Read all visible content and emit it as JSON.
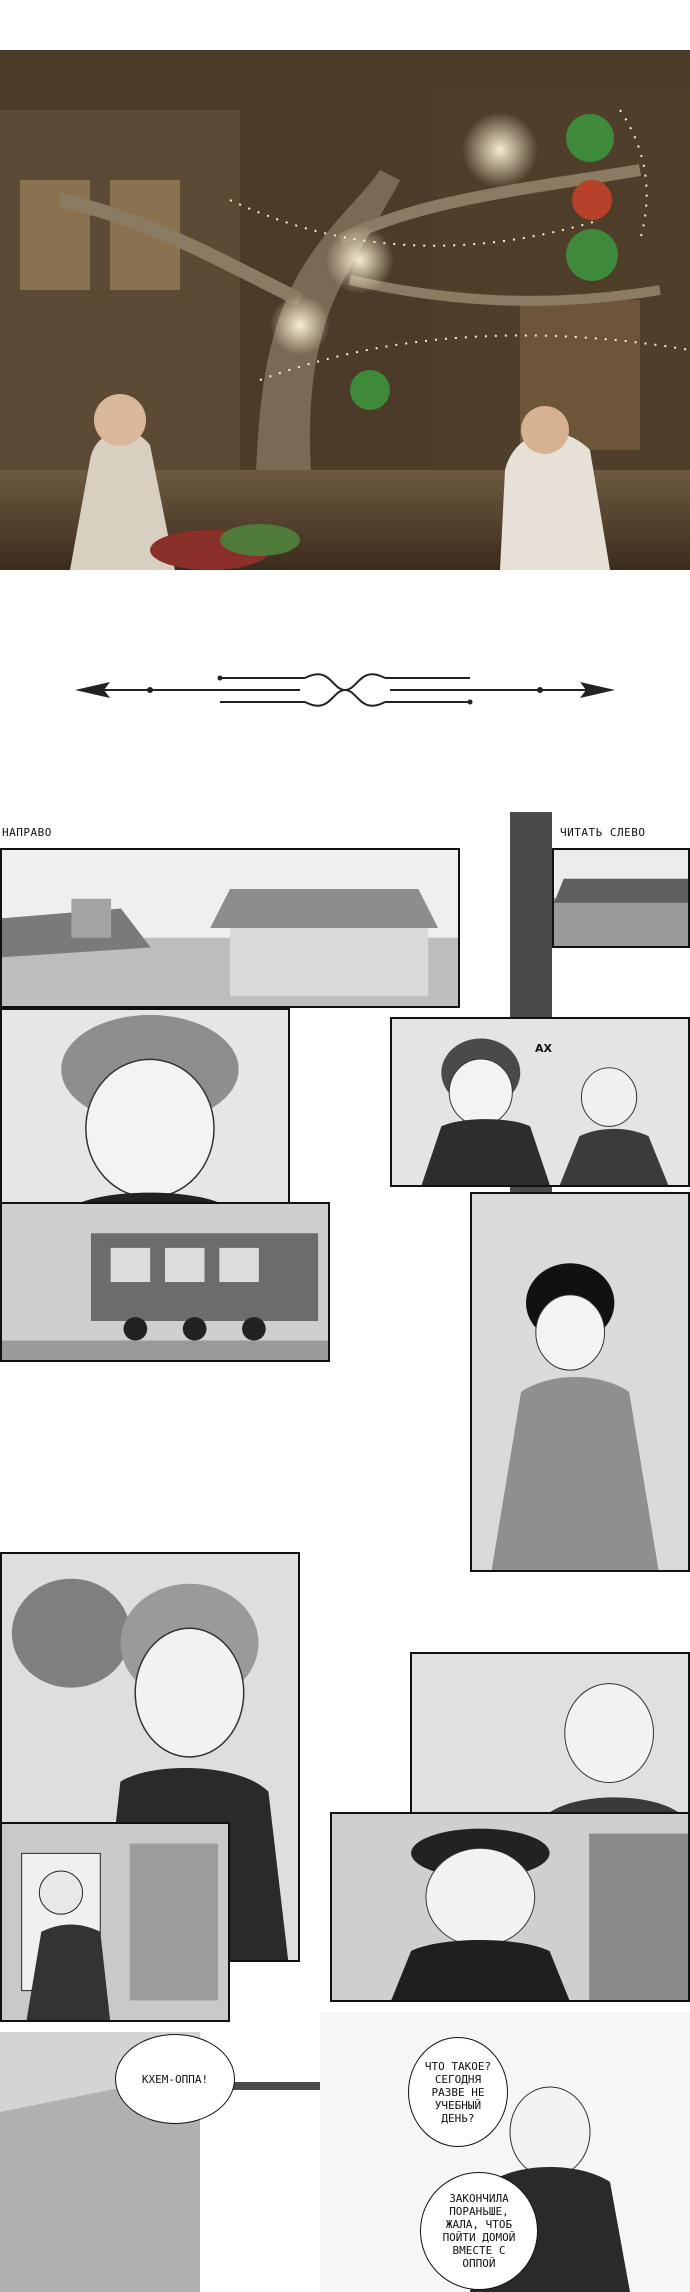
{
  "captions": {
    "left": "НАПРАВО",
    "right": "ЧИТАТЬ СЛЕВО"
  },
  "sfx": {
    "panel_top_right": "АХ",
    "panel_small": "!!"
  },
  "bubbles": {
    "shout": [
      "КХЕМ-ОППА!"
    ],
    "question": [
      "ЧТО ТАКОЕ?",
      "СЕГОДНЯ",
      "РАЗВЕ НЕ",
      "УЧЕБНЫЙ",
      "ДЕНЬ?"
    ],
    "reply": [
      "ЗАКОНЧИЛА",
      "ПОРАНЬШЕ,",
      "ЖАЛА, ЧТОБ",
      "ПОЙТИ ДОМОЙ",
      "ВМЕСТЕ С",
      "ОППОЙ"
    ]
  }
}
